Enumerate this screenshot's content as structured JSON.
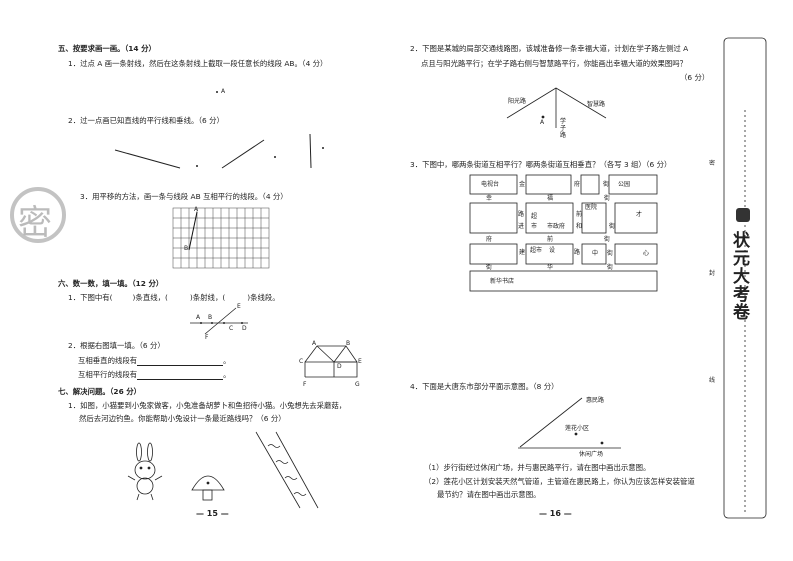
{
  "left": {
    "sec5_title": "五、按要求画一画。（14 分）",
    "q1": "1．过点 A 画一条射线，然后在这条射线上截取一段任意长的线段 AB。（4 分）",
    "q1_point": "A",
    "q2": "2．过一点画已知直线的平行线和垂线。（6 分）",
    "q3": "3．用平移的方法，画一条与线段 AB 互相平行的线段。（4 分）",
    "q3_label_a": "A",
    "q3_label_b": "B",
    "sec6_title": "六、数一数，填一填。（12 分）",
    "s6q1_a": "1．下图中有(",
    "s6q1_b": ")条直线，(",
    "s6q1_c": ")条射线，(",
    "s6q1_d": ")条线段。",
    "s6_labels": [
      "A",
      "B",
      "C",
      "D",
      "E",
      "F"
    ],
    "s6q2": "2．根据右图填一填。（6 分）",
    "s6q2_perp": "互相垂直的线段有",
    "s6q2_par": "互相平行的线段有",
    "s6q2_end": "。",
    "house_labels": [
      "A",
      "B",
      "C",
      "D",
      "E",
      "F",
      "G"
    ],
    "sec7_title": "七、解决问题。（26 分）",
    "s7q1_line1": "1．如图，小猫要到小兔家做客，小兔准备胡萝卜和鱼招待小猫。小兔想先去采蘑菇，",
    "s7q1_line2": "然后去河边钓鱼。你能帮助小兔设计一条最近路线吗？（6 分）",
    "page_no": "— 15 —",
    "stamp": "密"
  },
  "right": {
    "q2_line1": "2．下图是某城的局部交通线路图，该城准备修一条幸福大道，计划在学子路左侧过 A",
    "q2_line2": "点且与阳光路平行；在学子路右侧与智慧路平行，你能画出幸福大道的效果图吗？",
    "q2_score": "（6 分）",
    "road_yangguang": "阳光路",
    "road_zhihui": "智慧路",
    "road_xuezi": "学子路",
    "q2_point": "A",
    "q3": "3．下图中，哪两条街道互相平行？哪两条街道互相垂直？（各写 3 组）（6 分）",
    "map_boxes": [
      "电视台",
      "公园",
      "医院",
      "超市",
      "市政府",
      "超市",
      "新华书店"
    ],
    "map_words": [
      "金",
      "府",
      "街",
      "幸",
      "福",
      "街",
      "路",
      "前",
      "进",
      "街",
      "和",
      "才",
      "建",
      "设",
      "中",
      "心",
      "府",
      "前",
      "街",
      "华",
      "街",
      "路",
      "街",
      "街"
    ],
    "q4": "4．下面是大唐东市部分平面示意图。（8 分）",
    "q4_road": "惠民路",
    "q4_community": "莲花小区",
    "q4_plaza": "休闲广场",
    "q4_a": "（1）步行街经过休闲广场，并与惠民路平行，请在图中画出示意图。",
    "q4_b1": "（2）莲花小区计划安装天然气管道，主管道在惠民路上，你认为应该怎样安装管道",
    "q4_b2": "最节约？请在图中画出示意图。",
    "page_no": "— 16 —"
  },
  "sidebar": {
    "brand": "状元大考卷",
    "vertical_marks": [
      "密",
      "封",
      "线"
    ]
  }
}
